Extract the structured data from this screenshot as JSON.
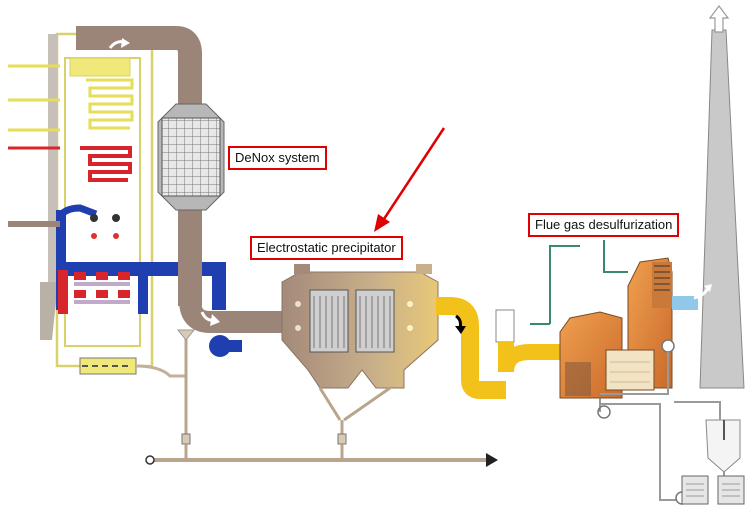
{
  "labels": {
    "denox": "DeNox system",
    "esp": "Electrostatic precipitator",
    "fgd": "Flue gas desulfurization"
  },
  "colors": {
    "flue_duct": "#9b8578",
    "boiler_frame": "#e6e07a",
    "yellow_duct": "#f2c21a",
    "blue_duct": "#1f3fb0",
    "red_coil": "#d8252b",
    "fgd_orange": "#e08a3c",
    "stack_grey": "#c9c9c9",
    "label_border": "#e00000",
    "arrow_red": "#e00000"
  }
}
